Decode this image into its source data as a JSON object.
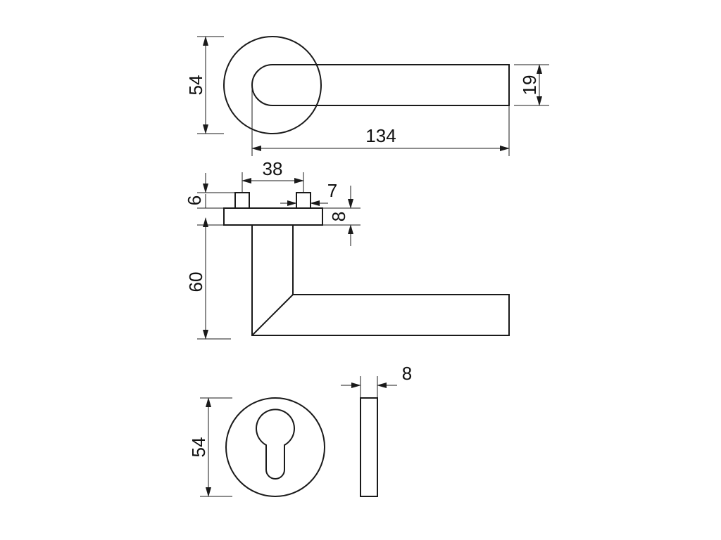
{
  "drawing": {
    "stroke_color": "#1a1a1a",
    "background": "#ffffff",
    "views": {
      "lever_top": {
        "dims": {
          "rose_diameter": "54",
          "lever_length": "134",
          "lever_width": "19"
        }
      },
      "lever_side": {
        "dims": {
          "pin_spacing": "38",
          "pin_height": "6",
          "pin_width": "7",
          "rose_thickness": "8",
          "neck_height": "60"
        }
      },
      "escutcheon": {
        "dims": {
          "diameter": "54",
          "thickness": "8"
        }
      }
    }
  }
}
